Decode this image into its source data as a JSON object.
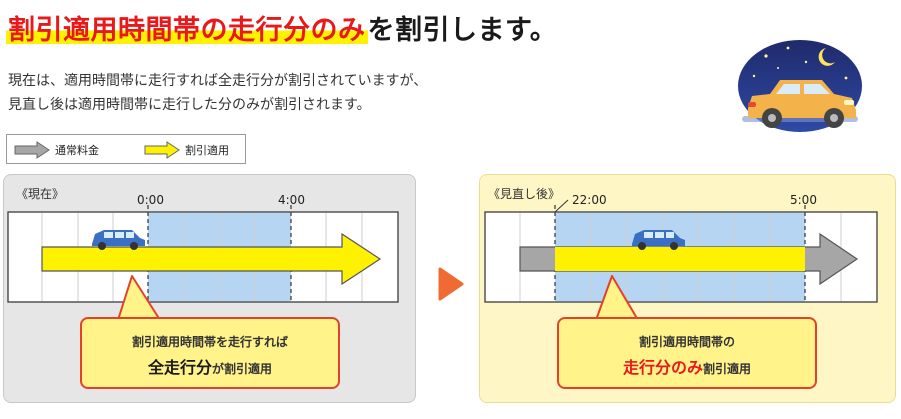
{
  "headline": {
    "highlight": "割引適用時間帯の走行分のみ",
    "rest": "を割引します。"
  },
  "description": {
    "line1": "現在は、適用時間帯に走行すれば全走行分が割引されていますが、",
    "line2": "見直し後は適用時間帯に走行した分のみが割引されます。"
  },
  "legend": {
    "normal": "通常料金",
    "discount": "割引適用"
  },
  "current": {
    "label": "《現在》",
    "time_start": "0:00",
    "time_end": "4:00",
    "callout_line1": "割引適用時間帯を走行すれば",
    "callout_big": "全走行分",
    "callout_small": "が割引適用"
  },
  "future": {
    "label": "《見直し後》",
    "time_start": "22:00",
    "time_end": "5:00",
    "callout_line1": "割引適用時間帯の",
    "callout_big": "走行分のみ",
    "callout_small": "割引適用"
  },
  "colors": {
    "red": "#e8191b",
    "yellow": "#fff200",
    "discount_zone": "#b5d5f3",
    "normal_arrow": "#a6a6a6",
    "orange_arrow": "#f06b33",
    "callout_border": "#e54129"
  }
}
